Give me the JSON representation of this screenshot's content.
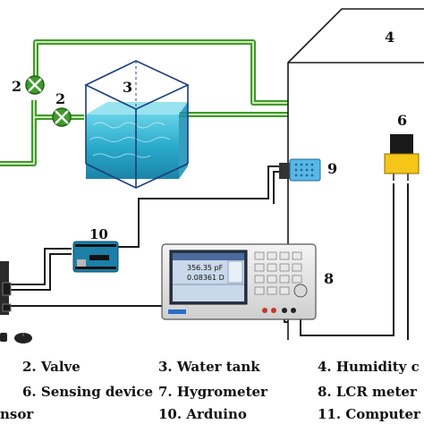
{
  "diagram": {
    "callouts": {
      "valve_a": "2",
      "valve_b": "2",
      "water_tank": "3",
      "chamber": "4",
      "sensing_device": "6",
      "lcr_meter": "8",
      "hygrometer": "9",
      "arduino": "10"
    },
    "lcr_display": {
      "line1": "356.35 pF",
      "line2": "0.08361  D"
    },
    "legend": {
      "row1": [
        "2. Valve",
        "3. Water tank",
        "4. Humidity c"
      ],
      "row2": [
        "6. Sensing device",
        "7. Hygrometer",
        "8. LCR meter"
      ],
      "row3": [
        "nsor",
        "10. Arduino",
        "11. Computer"
      ]
    },
    "colors": {
      "pipe": "#3f9a2a",
      "pipe_light": "#cfe8b8",
      "wire": "#1a1a1a",
      "tank_outline": "#1b3f7a",
      "water": "#1fa6c9",
      "valve": "#3f9a2a"
    }
  }
}
